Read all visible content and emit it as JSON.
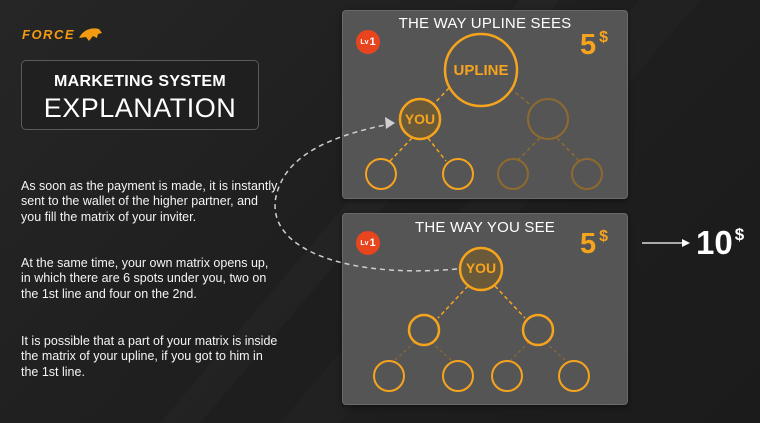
{
  "logo": {
    "text": "FORCE"
  },
  "title": {
    "line1": "MARKETING SYSTEM",
    "line2": "EXPLANATION"
  },
  "paragraphs": [
    "As soon as the payment is made, it is instantly sent to the wallet of the higher partner, and you fill the matrix of your inviter.",
    "At the same time, your own matrix opens up, in which there are 6 spots under you, two on the 1st line and four on the 2nd.",
    "It is possible that a part of your matrix is inside the matrix of your upline, if you got to him in the 1st line."
  ],
  "cards": {
    "upline_view": {
      "title": "THE WAY UPLINE SEES",
      "level_prefix": "Lv",
      "level_number": "1",
      "price_value": "5",
      "price_currency": "$",
      "root_label": "UPLINE",
      "child_label": "YOU"
    },
    "your_view": {
      "title": "THE WAY YOU SEE",
      "level_prefix": "Lv",
      "level_number": "1",
      "price_value": "5",
      "price_currency": "$",
      "root_label": "YOU"
    }
  },
  "result": {
    "value": "10",
    "currency": "$"
  },
  "colors": {
    "accent": "#f7a41d",
    "dim_accent": "#8f6a2e",
    "card_bg": "#555556",
    "level_badge": "#e8451f",
    "background": "#222222"
  },
  "icons": {
    "logo": "panther-logo-icon",
    "arrow": "arrow-right-icon",
    "connector": "dashed-curved-arrow-icon"
  }
}
